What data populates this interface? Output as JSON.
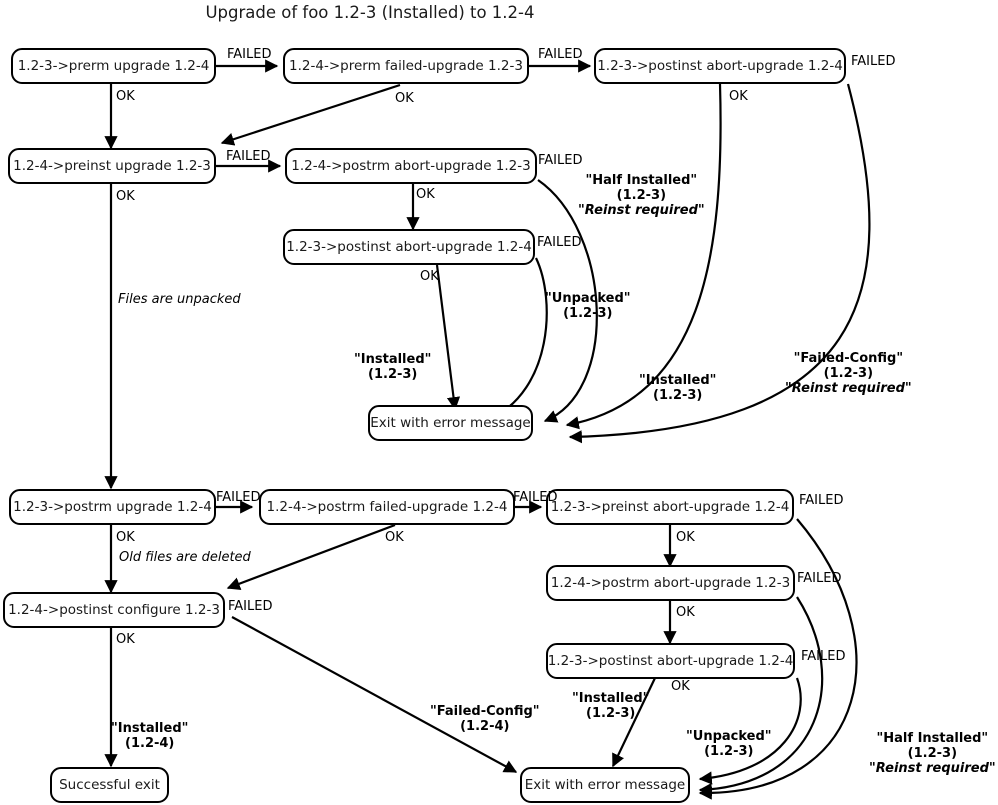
{
  "title": "Upgrade of foo 1.2-3 (Installed) to 1.2-4",
  "nodes": {
    "prerm_upgrade": "1.2-3->prerm upgrade 1.2-4",
    "prerm_failed_upgrade": "1.2-4->prerm failed-upgrade 1.2-3",
    "postinst_abort_upgrade_top": "1.2-3->postinst abort-upgrade 1.2-4",
    "preinst_upgrade": "1.2-4->preinst upgrade 1.2-3",
    "postrm_abort_upgrade_mid": "1.2-4->postrm abort-upgrade 1.2-3",
    "postinst_abort_upgrade_mid": "1.2-3->postinst abort-upgrade 1.2-4",
    "exit_error_mid": "Exit with error message",
    "postrm_upgrade": "1.2-3->postrm upgrade 1.2-4",
    "postrm_failed_upgrade": "1.2-4->postrm failed-upgrade 1.2-4",
    "preinst_abort_upgrade": "1.2-3->preinst abort-upgrade 1.2-4",
    "postinst_configure": "1.2-4->postinst configure 1.2-3",
    "postrm_abort_upgrade_bot": "1.2-4->postrm abort-upgrade 1.2-3",
    "postinst_abort_upgrade_bot": "1.2-3->postinst abort-upgrade 1.2-4",
    "successful_exit": "Successful exit",
    "exit_error_bot": "Exit with error message"
  },
  "edge_labels": {
    "failed_1": "FAILED",
    "failed_2": "FAILED",
    "failed_3": "FAILED",
    "ok_1": "OK",
    "ok_2": "OK",
    "ok_3": "OK",
    "failed_4": "FAILED",
    "failed_5": "FAILED",
    "ok_4": "OK",
    "ok_5": "OK",
    "failed_6": "FAILED",
    "ok_6": "OK",
    "files_unpacked": "Files are unpacked",
    "failed_7": "FAILED",
    "failed_8": "FAILED",
    "failed_9": "FAILED",
    "ok_7": "OK",
    "ok_8": "OK",
    "old_files_deleted": "Old files are deleted",
    "failed_10": "FAILED",
    "ok_9": "OK",
    "ok_10": "OK",
    "failed_11": "FAILED",
    "ok_11": "OK",
    "failed_12": "FAILED",
    "ok_12": "OK"
  },
  "state_labels": {
    "half_installed_mid": {
      "line1": "\"Half Installed\"",
      "line2": "(1.2-3)",
      "line3": "\"Reinst required\""
    },
    "unpacked_mid": {
      "line1": "\"Unpacked\"",
      "line2": "(1.2-3)"
    },
    "installed_mid_left": {
      "line1": "\"Installed\"",
      "line2": "(1.2-3)"
    },
    "installed_mid_right": {
      "line1": "\"Installed\"",
      "line2": "(1.2-3)"
    },
    "failed_config_mid": {
      "line1": "\"Failed-Config\"",
      "line2": "(1.2-3)",
      "line3": "\"Reinst required\""
    },
    "installed_final": {
      "line1": "\"Installed\"",
      "line2": "(1.2-4)"
    },
    "failed_config_bot": {
      "line1": "\"Failed-Config\"",
      "line2": "(1.2-4)"
    },
    "installed_bot": {
      "line1": "\"Installed\"",
      "line2": "(1.2-3)"
    },
    "unpacked_bot": {
      "line1": "\"Unpacked\"",
      "line2": "(1.2-3)"
    },
    "half_installed_bot": {
      "line1": "\"Half Installed\"",
      "line2": "(1.2-3)",
      "line3": "\"Reinst required\""
    }
  },
  "colors": {
    "stroke": "#000000",
    "background": "#ffffff",
    "text": "#1a1a1a"
  }
}
